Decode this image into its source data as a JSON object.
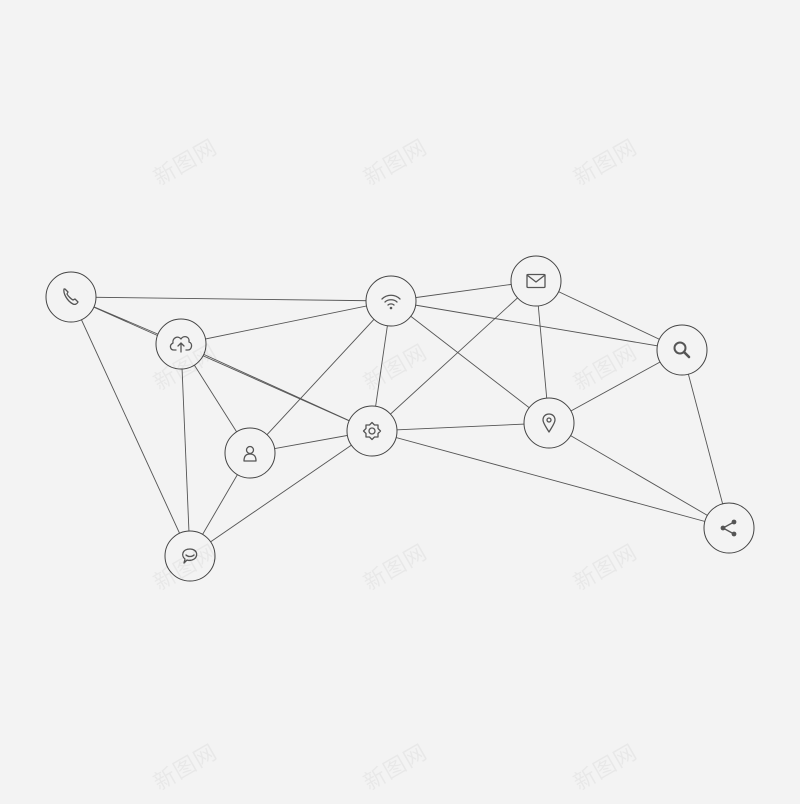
{
  "colors": {
    "background": "#f3f3f3",
    "line": "#555555",
    "node_fill": "#f3f3f3",
    "node_stroke": "#444444",
    "icon": "#555555"
  },
  "watermark": {
    "text": "新图网"
  },
  "diagram": {
    "nodes": [
      {
        "id": "phone",
        "icon": "phone-icon"
      },
      {
        "id": "cloud",
        "icon": "cloud-upload-icon"
      },
      {
        "id": "user",
        "icon": "user-icon"
      },
      {
        "id": "chat",
        "icon": "chat-bubble-icon"
      },
      {
        "id": "wifi",
        "icon": "wifi-icon"
      },
      {
        "id": "settings",
        "icon": "gear-icon"
      },
      {
        "id": "mail",
        "icon": "envelope-icon"
      },
      {
        "id": "location",
        "icon": "map-pin-icon"
      },
      {
        "id": "search",
        "icon": "search-icon"
      },
      {
        "id": "share",
        "icon": "share-icon"
      }
    ],
    "edges": [
      [
        "phone",
        "wifi"
      ],
      [
        "phone",
        "cloud"
      ],
      [
        "phone",
        "settings"
      ],
      [
        "phone",
        "chat"
      ],
      [
        "cloud",
        "wifi"
      ],
      [
        "cloud",
        "user"
      ],
      [
        "cloud",
        "settings"
      ],
      [
        "cloud",
        "chat"
      ],
      [
        "user",
        "wifi"
      ],
      [
        "user",
        "settings"
      ],
      [
        "user",
        "chat"
      ],
      [
        "chat",
        "settings"
      ],
      [
        "wifi",
        "settings"
      ],
      [
        "wifi",
        "location"
      ],
      [
        "wifi",
        "mail"
      ],
      [
        "wifi",
        "search"
      ],
      [
        "mail",
        "settings"
      ],
      [
        "mail",
        "location"
      ],
      [
        "mail",
        "search"
      ],
      [
        "settings",
        "location"
      ],
      [
        "settings",
        "share"
      ],
      [
        "location",
        "search"
      ],
      [
        "location",
        "share"
      ],
      [
        "search",
        "share"
      ]
    ]
  }
}
